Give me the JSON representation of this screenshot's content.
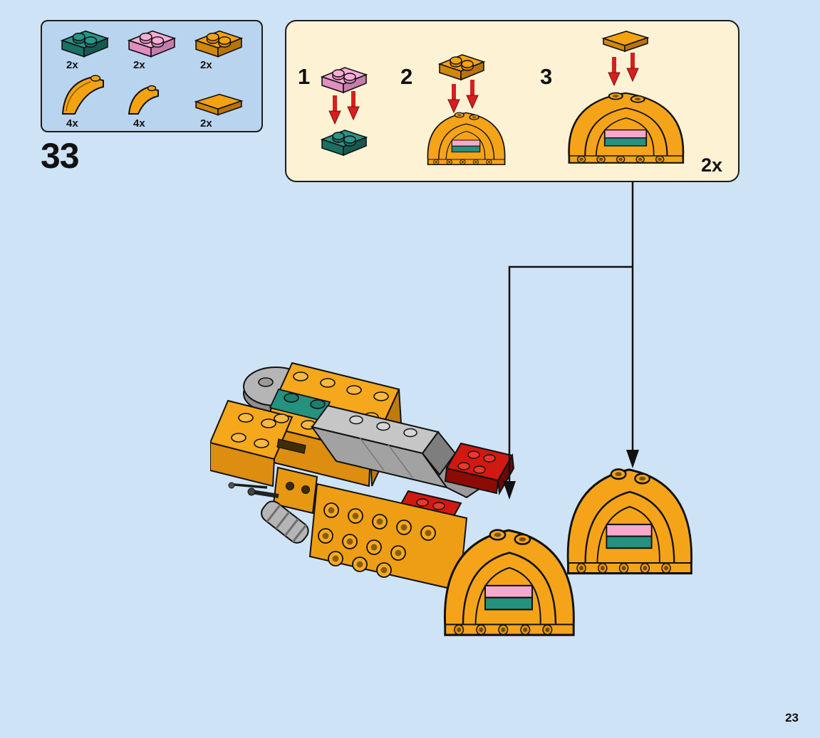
{
  "page": {
    "step_number": "33",
    "page_number": "23"
  },
  "palette": {
    "background": "#cfe3f6",
    "parts_box_bg": "#b9d4ee",
    "substeps_box_bg": "#fdf2d4",
    "brick_orange": "#f5a41a",
    "brick_orange_shade": "#d1860c",
    "brick_teal": "#25917f",
    "brick_pink": "#f7a9cd",
    "brick_red": "#d01910",
    "brick_gray": "#a2a2a2",
    "arrow_red": "#d42020",
    "outline_black": "#111111"
  },
  "parts_box": {
    "items": [
      {
        "id": "plate-1x2-teal",
        "count": "2x"
      },
      {
        "id": "plate-1x2-pink",
        "count": "2x"
      },
      {
        "id": "plate-1x2-orange",
        "count": "2x"
      },
      {
        "id": "mudguard-arch-orange",
        "count": "4x"
      },
      {
        "id": "arch-small-orange",
        "count": "4x"
      },
      {
        "id": "tile-1x2-orange",
        "count": "2x"
      }
    ]
  },
  "substeps": {
    "steps": [
      {
        "label": "1"
      },
      {
        "label": "2"
      },
      {
        "label": "3"
      }
    ],
    "multiplier": "2x"
  }
}
